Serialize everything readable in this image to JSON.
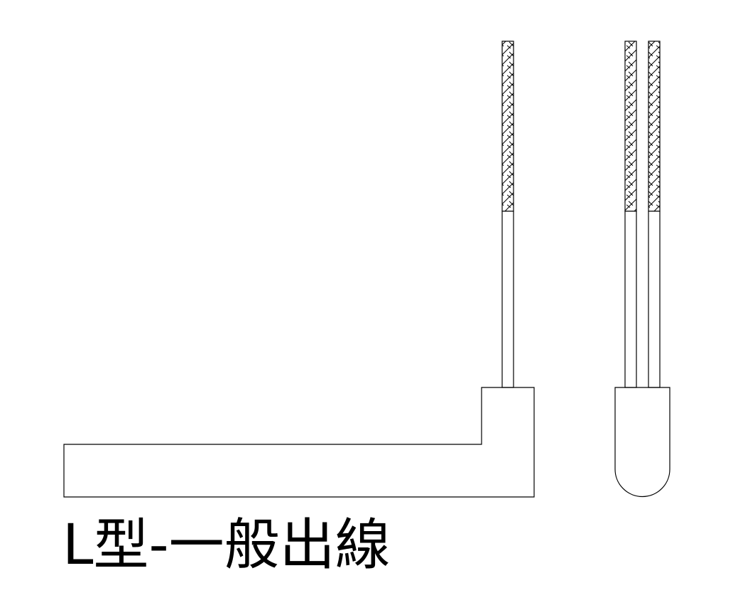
{
  "caption": "L型-一般出線",
  "colors": {
    "line": "#000000",
    "background": "#ffffff"
  },
  "parts": {
    "side_view": "l-shaped-heater-body",
    "end_view": "rounded-heater-end",
    "braided_sleeve": "braided-lead-wire-sleeve",
    "lead_wire": "lead-wire"
  }
}
